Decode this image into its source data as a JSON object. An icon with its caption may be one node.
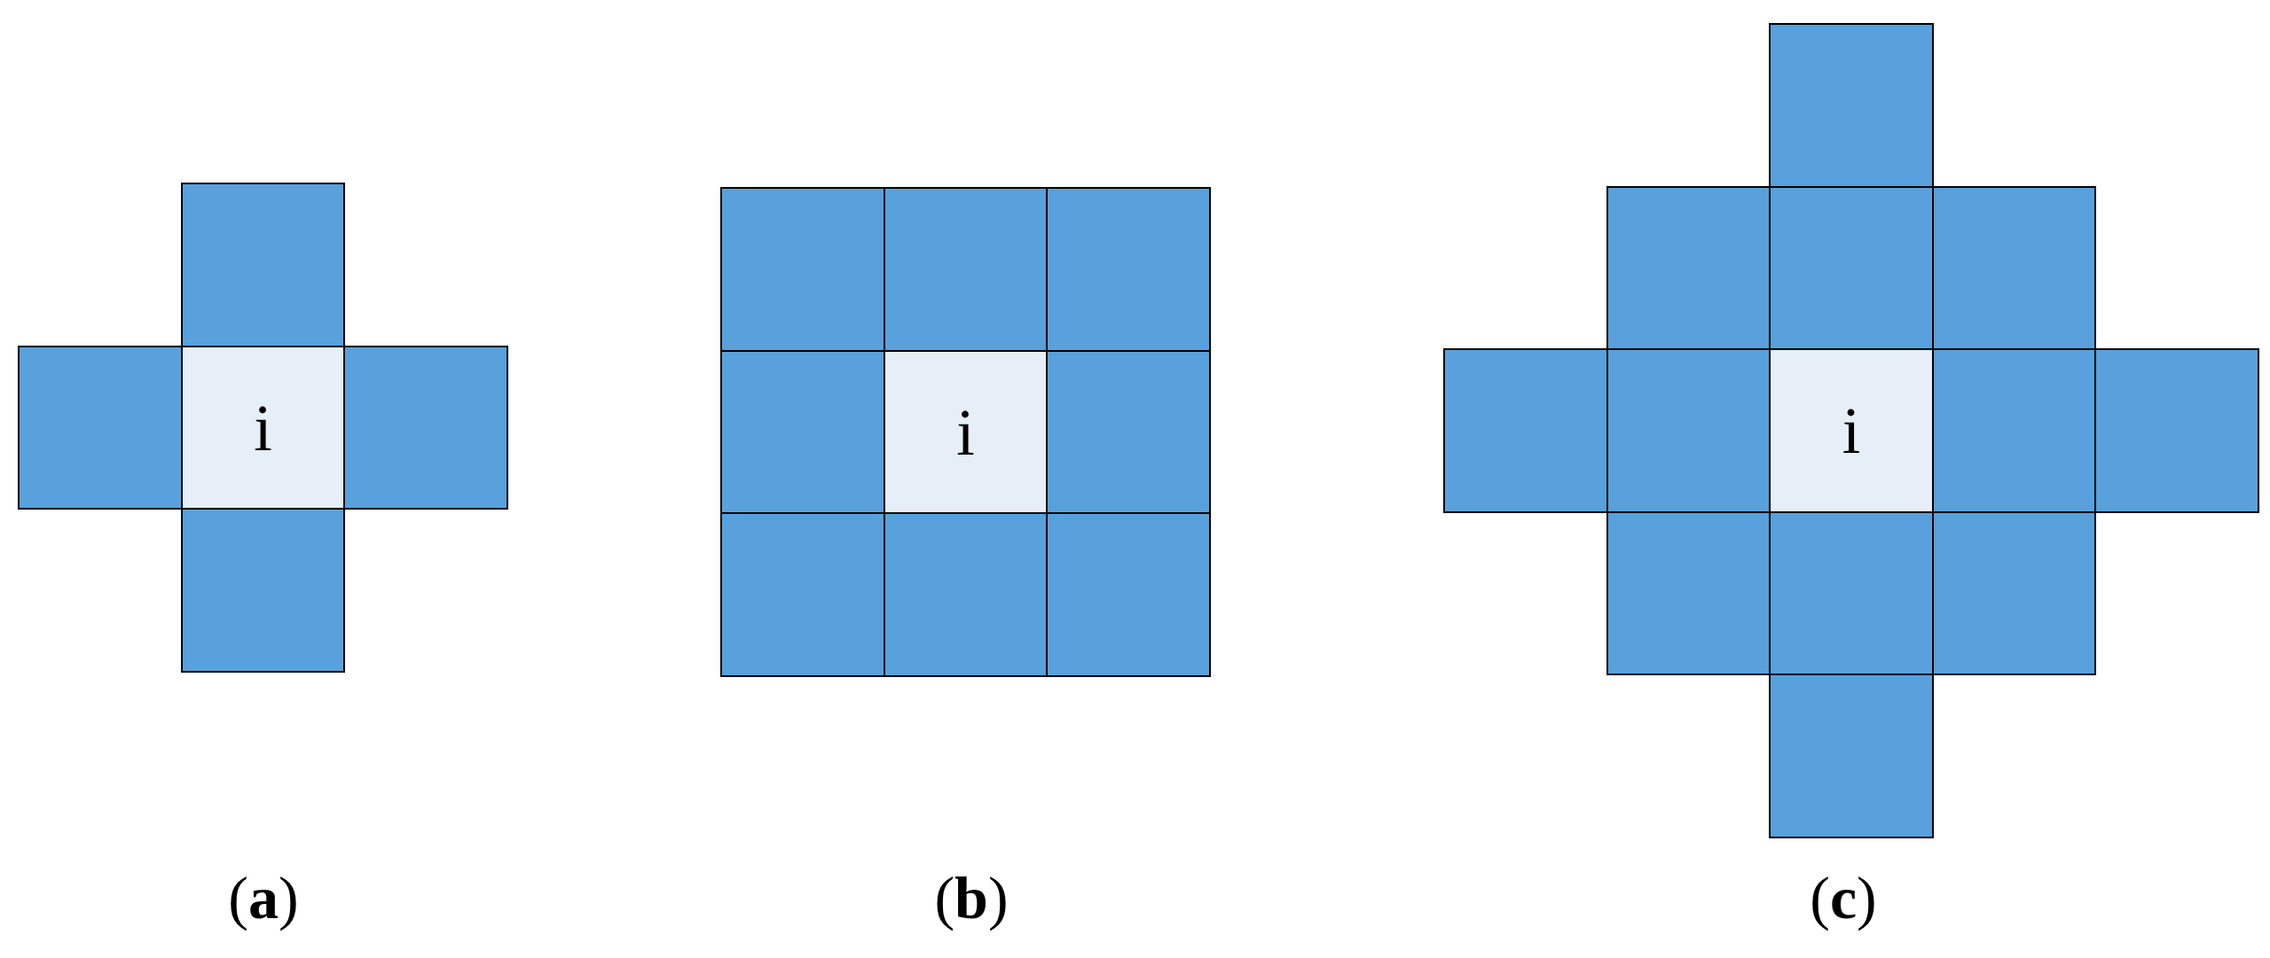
{
  "diagram": {
    "nodes": [
      {
        "text": [],
        "shape": "box"
      },
      {
        "text": [],
        "shape": "box"
      },
      {
        "text": [
          "i"
        ]
      },
      {
        "text": [],
        "shape": "box"
      },
      {
        "text": [],
        "shape": "box"
      },
      {
        "text": [],
        "shape": "box"
      },
      {
        "text": [],
        "shape": "box"
      },
      {
        "text": [],
        "shape": "box"
      },
      {
        "text": [],
        "shape": "box"
      },
      {
        "text": [
          "i"
        ]
      },
      {
        "text": [],
        "shape": "box"
      },
      {
        "text": [],
        "shape": "box"
      },
      {
        "text": [],
        "shape": "box"
      },
      {
        "text": [],
        "shape": "box"
      },
      {
        "text": [],
        "shape": "box"
      },
      {
        "text": [],
        "shape": "box"
      },
      {
        "text": [],
        "shape": "box"
      },
      {
        "text": [],
        "shape": "box"
      },
      {
        "text": [],
        "shape": "box"
      },
      {
        "text": [],
        "shape": "box"
      },
      {
        "text": [
          "i"
        ]
      },
      {
        "text": [],
        "shape": "box"
      },
      {
        "text": [],
        "shape": "box"
      },
      {
        "text": [],
        "shape": "box"
      },
      {
        "text": [],
        "shape": "box"
      },
      {
        "text": [],
        "shape": "box"
      },
      {
        "text": [],
        "shape": "box"
      }
    ],
    "labels": [
      "(**a**)",
      "(**b**)",
      "(**c**)"
    ]
  }
}
